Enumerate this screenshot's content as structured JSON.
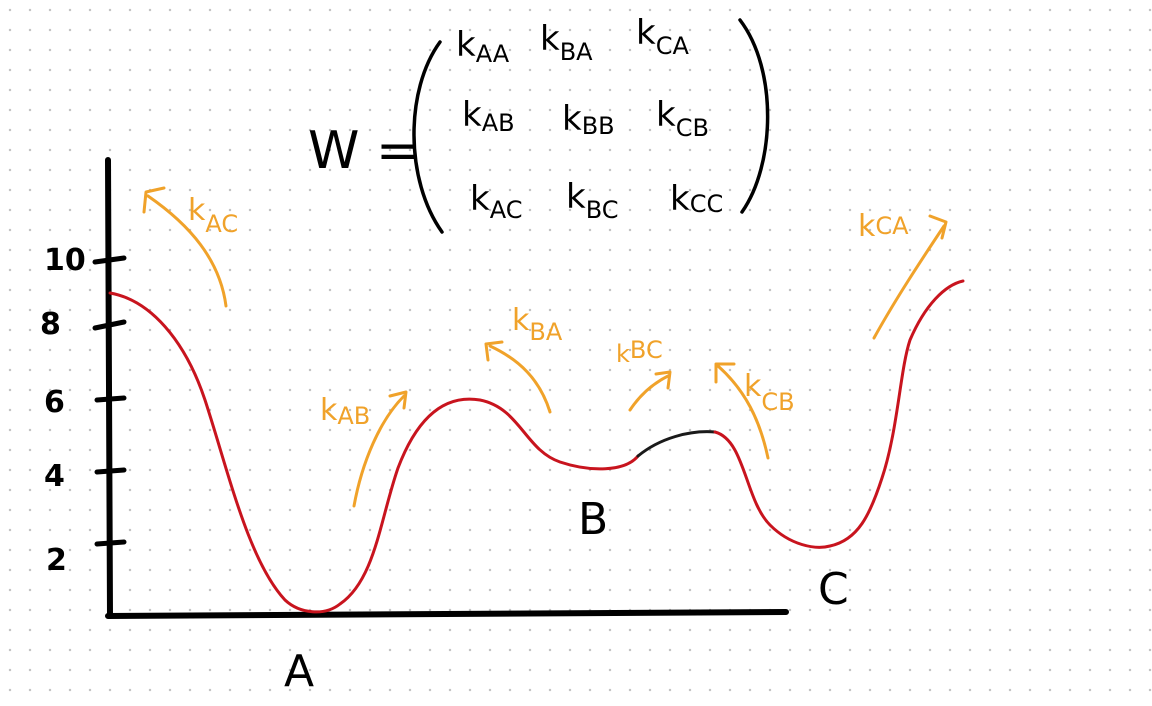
{
  "matrix": {
    "lhs": "W =",
    "rows": [
      [
        {
          "k": "k",
          "sub": "AA"
        },
        {
          "k": "k",
          "sub": "BA"
        },
        {
          "k": "k",
          "sub": "CA"
        }
      ],
      [
        {
          "k": "k",
          "sub": "AB"
        },
        {
          "k": "k",
          "sub": "BB"
        },
        {
          "k": "k",
          "sub": "CB"
        }
      ],
      [
        {
          "k": "k",
          "sub": "AC"
        },
        {
          "k": "k",
          "sub": "BC"
        },
        {
          "k": "k",
          "sub": "CC"
        }
      ]
    ]
  },
  "axis": {
    "y_ticks": [
      "10",
      "8",
      "6",
      "4",
      "2"
    ]
  },
  "minima": {
    "A": "A",
    "B": "B",
    "C": "C"
  },
  "rate_labels": {
    "k_AC": {
      "k": "k",
      "sub": "AC"
    },
    "k_AB": {
      "k": "k",
      "sub": "AB"
    },
    "k_BA": {
      "k": "k",
      "sub": "BA"
    },
    "k_BC": {
      "k": "k",
      "sub": "BC"
    },
    "k_CB": {
      "k": "k",
      "sub": "CB"
    },
    "k_CA": {
      "k": "k",
      "sub": "CA"
    }
  },
  "colors": {
    "curve": "#C8141E",
    "barrier_segment": "#1A1A1A",
    "arrows": "#F0A22A",
    "ink": "#000000",
    "grid_dots": "#C4C4C4"
  }
}
